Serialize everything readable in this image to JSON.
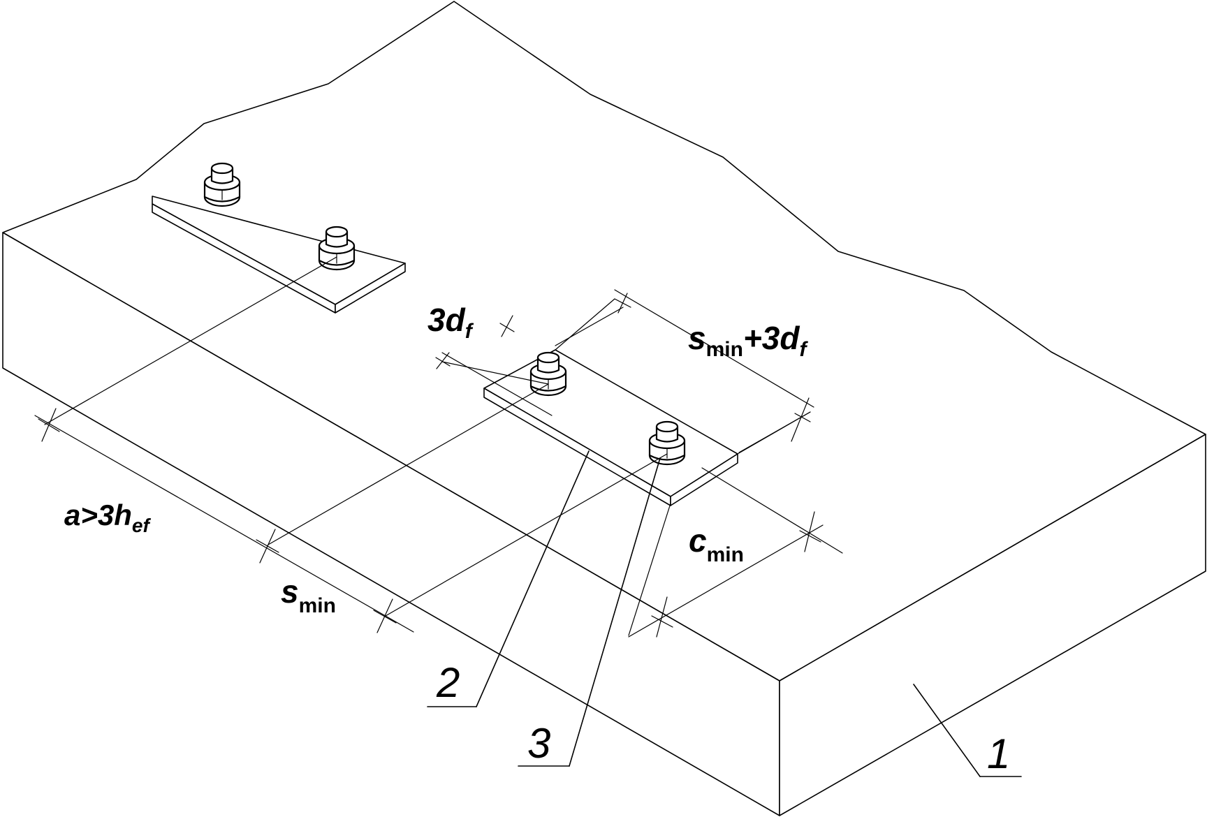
{
  "diagram": {
    "dimension_labels": {
      "bolt_edge": {
        "main": "3d",
        "sub": "f"
      },
      "plate_length": {
        "main": "s",
        "sub1": "min",
        "plus": "+3d",
        "sub2": "f"
      },
      "group_spacing": {
        "main": "a>3h",
        "sub": "ef"
      },
      "min_spacing": {
        "main": "s",
        "sub": "min"
      },
      "min_edge": {
        "main": "c",
        "sub": "min"
      }
    },
    "callouts": {
      "concrete": "1",
      "plate": "2",
      "anchor": "3"
    }
  }
}
